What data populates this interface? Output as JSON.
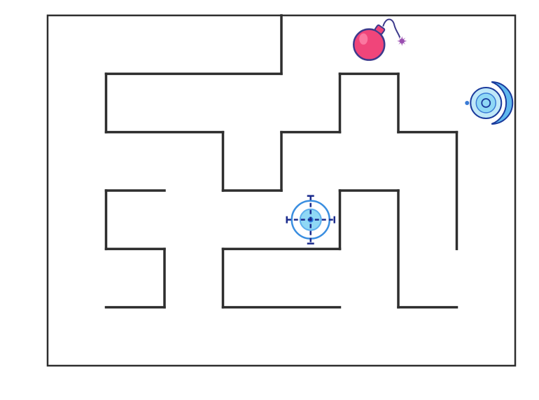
{
  "game": {
    "type": "maze",
    "grid": {
      "cols": 8,
      "rows": 6
    },
    "colors": {
      "background": "#ffffff",
      "wall": "#2e2e2e",
      "bomb_body": "#f0457a",
      "bomb_outline": "#3d3a8c",
      "target_light": "#7fd0f0",
      "target_dark": "#1a2a8c",
      "goal_light": "#8fd8f5",
      "goal_dark": "#1a3a9c"
    },
    "walls": [
      [
        4,
        0,
        4,
        1
      ],
      [
        1,
        1,
        4,
        1
      ],
      [
        5,
        1,
        6,
        1
      ],
      [
        1,
        1,
        1,
        2
      ],
      [
        5,
        1,
        5,
        2
      ],
      [
        6,
        1,
        6,
        2
      ],
      [
        1,
        2,
        3,
        2
      ],
      [
        4,
        2,
        5,
        2
      ],
      [
        6,
        2,
        7,
        2
      ],
      [
        3,
        2,
        3,
        3
      ],
      [
        4,
        2,
        4,
        3
      ],
      [
        7,
        2,
        7,
        4
      ],
      [
        1,
        3,
        2,
        3
      ],
      [
        3,
        3,
        4,
        3
      ],
      [
        5,
        3,
        6,
        3
      ],
      [
        1,
        3,
        1,
        4
      ],
      [
        5,
        3,
        5,
        4
      ],
      [
        6,
        3,
        6,
        5
      ],
      [
        1,
        4,
        2,
        4
      ],
      [
        3,
        4,
        5,
        4
      ],
      [
        2,
        4,
        2,
        5
      ],
      [
        3,
        4,
        3,
        5
      ],
      [
        1,
        5,
        2,
        5
      ],
      [
        3,
        5,
        5,
        5
      ],
      [
        6,
        5,
        7,
        5
      ]
    ],
    "entities": [
      {
        "name": "bomb-hazard",
        "icon": "bomb-icon",
        "cell": [
          5,
          0
        ]
      },
      {
        "name": "goal-portal",
        "icon": "portal-icon",
        "cell": [
          7,
          1
        ]
      },
      {
        "name": "player-crosshair",
        "icon": "crosshair-icon",
        "cell": [
          4,
          3
        ]
      }
    ]
  }
}
